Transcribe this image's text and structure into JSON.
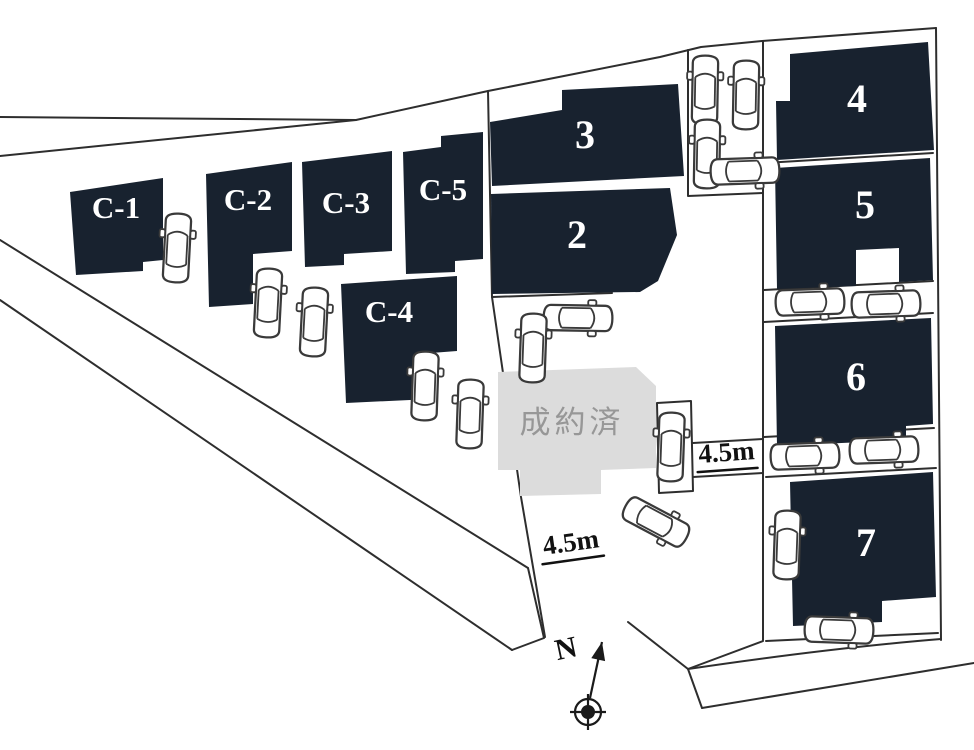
{
  "diagram": {
    "type": "real-estate-site-plan",
    "colors": {
      "lot_fill": "#18222f",
      "lot_text": "#ffffff",
      "sold_fill": "#dcdcdc",
      "sold_text": "#979797",
      "outline": "#2e2e2e",
      "background": "#ffffff"
    },
    "lots": [
      {
        "id": "C-1",
        "label": "C-1",
        "status": "available"
      },
      {
        "id": "C-2",
        "label": "C-2",
        "status": "available"
      },
      {
        "id": "C-3",
        "label": "C-3",
        "status": "available"
      },
      {
        "id": "C-4",
        "label": "C-4",
        "status": "available"
      },
      {
        "id": "C-5",
        "label": "C-5",
        "status": "available"
      },
      {
        "id": "2",
        "label": "2",
        "status": "available"
      },
      {
        "id": "3",
        "label": "3",
        "status": "available"
      },
      {
        "id": "4",
        "label": "4",
        "status": "available"
      },
      {
        "id": "5",
        "label": "5",
        "status": "available"
      },
      {
        "id": "6",
        "label": "6",
        "status": "available"
      },
      {
        "id": "7",
        "label": "7",
        "status": "available"
      },
      {
        "id": "sold",
        "label": "成約済",
        "status": "sold"
      }
    ],
    "road_labels": [
      {
        "text": "4.5m"
      },
      {
        "text": "4.5m"
      }
    ],
    "compass": {
      "label": "N"
    },
    "icons": {
      "car": "car-icon",
      "north_arrow": "north-arrow-icon"
    }
  }
}
